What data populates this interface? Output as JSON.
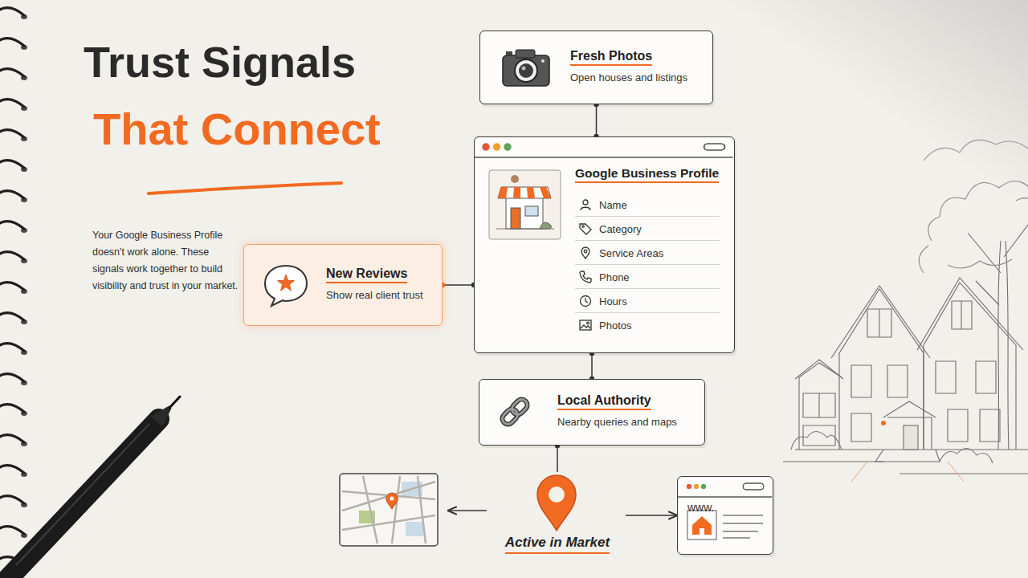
{
  "diagram": {
    "title": "Trust Signals",
    "nodes": [
      {
        "text": [
          "Fresh Photos",
          "Open houses and listings"
        ]
      },
      {
        "text": [
          "Google Business Profile",
          "Name",
          "Category",
          "Service Areas",
          "Phone",
          "Hours",
          "Photos"
        ]
      },
      {
        "text": [
          "New Reviews",
          "Show real client trust"
        ]
      },
      {
        "text": [
          "Local Authority",
          "Nearby queries and maps"
        ]
      },
      {
        "text": [
          "Active in Market"
        ]
      },
      {
        "text": [
          "www."
        ]
      }
    ],
    "edges": [
      {
        "from": 0,
        "to": 1,
        "arrow": "none"
      },
      {
        "from": 2,
        "to": 1,
        "arrow": "none"
      },
      {
        "from": 1,
        "to": 3,
        "arrow": "none"
      },
      {
        "from": 3,
        "to": 4,
        "arrow": "none"
      },
      {
        "from": 4,
        "to": 5,
        "arrow": "to"
      }
    ],
    "labels": [
      "That Connect",
      "Your Google Business Profile doesn't work alone. These signals work together to build visibility and trust in your market."
    ]
  }
}
